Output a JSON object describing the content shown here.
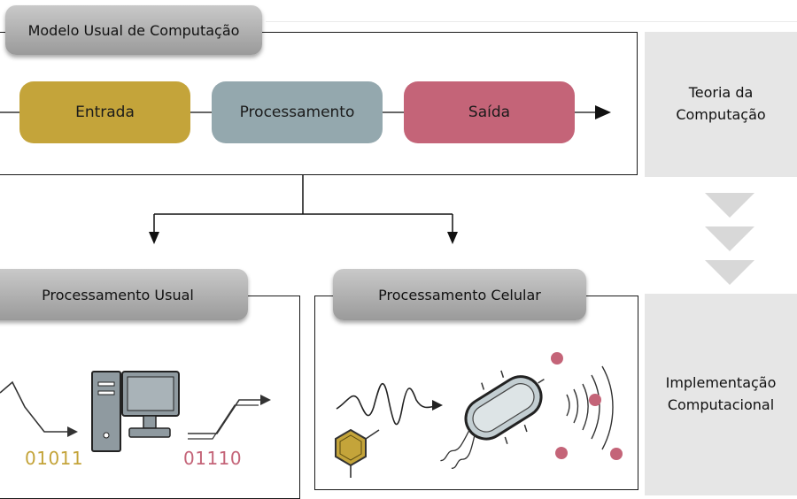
{
  "top_panel": {
    "title": "Modelo Usual de Computação",
    "steps": [
      {
        "label": "Entrada",
        "color": "#c4a43a"
      },
      {
        "label": "Processamento",
        "color": "#94a8ae"
      },
      {
        "label": "Saída",
        "color": "#c46478"
      }
    ]
  },
  "side": {
    "theory": "Teoria da\nComputação",
    "implementation": "Implementação\nComputacional"
  },
  "usual_panel": {
    "title": "Processamento Usual",
    "input_bits": "01011",
    "output_bits": "01110",
    "input_color": "#c4a43a",
    "output_color": "#c46478"
  },
  "cellular_panel": {
    "title": "Processamento Celular"
  },
  "colors": {
    "gold": "#c4a43a",
    "rose": "#c46478",
    "slate": "#94a8ae",
    "side_bg": "#e6e6e6",
    "chevron": "#d8d8d8"
  }
}
